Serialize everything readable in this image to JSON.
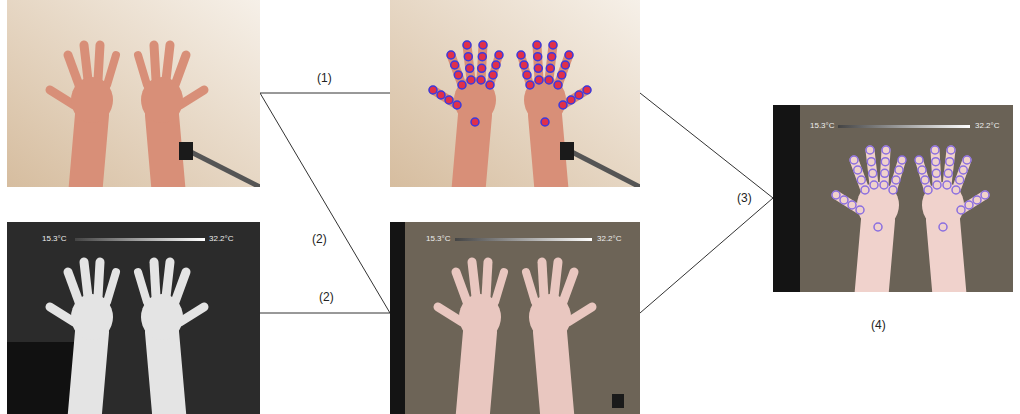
{
  "diagram": {
    "labels": [
      "(1)",
      "(2)",
      "(2)",
      "(3)",
      "(4)",
      "15.3°C",
      "32.2°C",
      "15.3°C",
      "32.2°C",
      "15.3°C",
      "32.2°C"
    ]
  }
}
